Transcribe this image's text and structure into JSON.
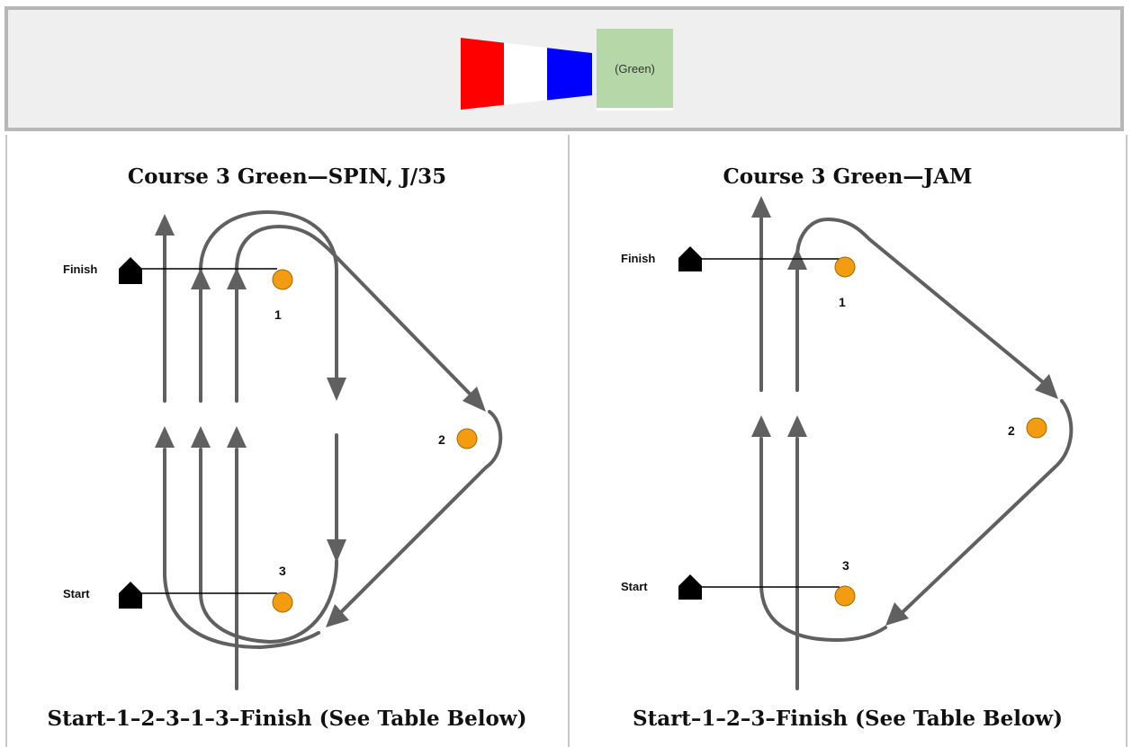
{
  "header": {
    "flag_label": "(Green)",
    "colors": {
      "red": "#ff0000",
      "white": "#ffffff",
      "blue": "#0000ff",
      "green": "#b6d7a8"
    }
  },
  "left_course": {
    "title": "Course 3 Green—SPIN, J/35",
    "finish_label": "Finish",
    "start_label": "Start",
    "mark_1": "1",
    "mark_2": "2",
    "mark_3": "3",
    "sequence": "Start–1–2–3–1–3–Finish (See Table Below)"
  },
  "right_course": {
    "title": "Course 3 Green—JAM",
    "finish_label": "Finish",
    "start_label": "Start",
    "mark_1": "1",
    "mark_2": "2",
    "mark_3": "3",
    "sequence": "Start–1–2–3–Finish (See Table Below)"
  }
}
